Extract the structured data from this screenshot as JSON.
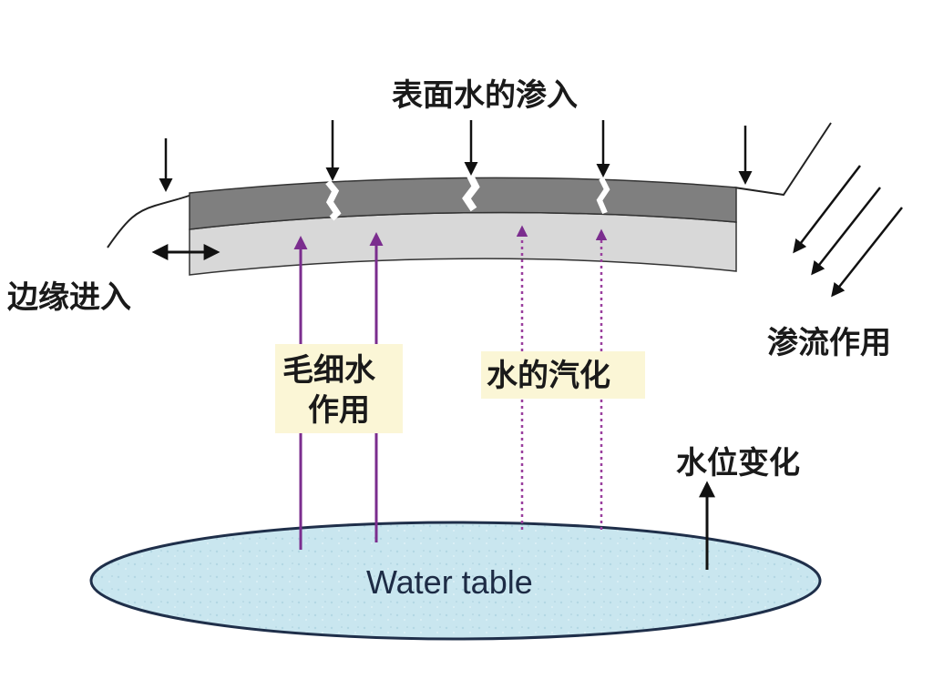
{
  "labels": {
    "surface_infiltration": "表面水的渗入",
    "edge_entry": "边缘进入",
    "seepage": "渗流作用",
    "capillary_line1": "毛细水",
    "capillary_line2": "作用",
    "vaporization": "水的汽化",
    "water_level_change": "水位变化",
    "water_table": "Water table"
  },
  "colors": {
    "upper_layer": "#7f7f7f",
    "lower_layer": "#d8d8d8",
    "water": "#c9e6ef",
    "water_outline": "#1f2f4a",
    "capillary_line": "#7b2d8e",
    "vapor_line": "#9a3f9e",
    "label_highlight": "#fbf6d6"
  }
}
